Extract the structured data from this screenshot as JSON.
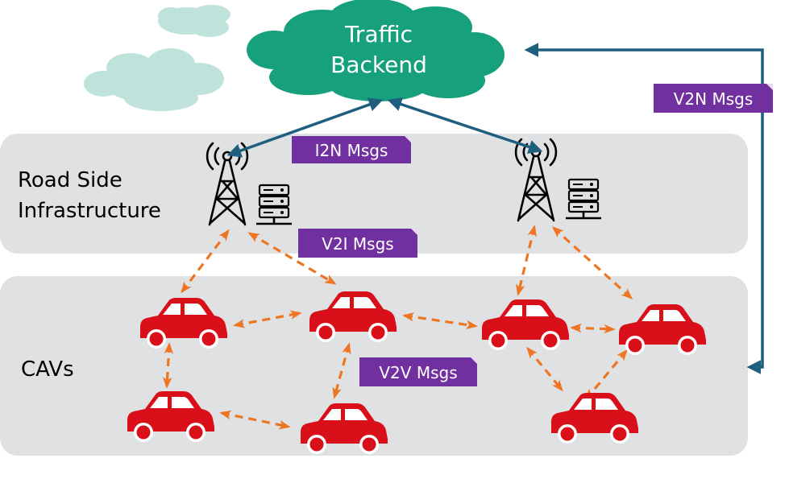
{
  "backend": {
    "title_line1": "Traffic",
    "title_line2": "Backend"
  },
  "layers": {
    "rsu": {
      "label_line1": "Road Side",
      "label_line2": "Infrastructure"
    },
    "cavs": {
      "label": "CAVs"
    }
  },
  "messages": {
    "i2n": "I2N Msgs",
    "v2i": "V2I Msgs",
    "v2v": "V2V Msgs",
    "v2n": "V2N Msgs"
  },
  "colors": {
    "cloud_main": "#17a07c",
    "cloud_light": "#bfe3da",
    "layer_bg": "#e0e1e2",
    "badge": "#7030a0",
    "blue_arrow": "#1f5f7e",
    "orange_arrow": "#ee7623",
    "car_red": "#d90f19"
  },
  "icons": [
    "cloud-icon",
    "cell-tower-icon",
    "server-icon",
    "car-icon"
  ]
}
